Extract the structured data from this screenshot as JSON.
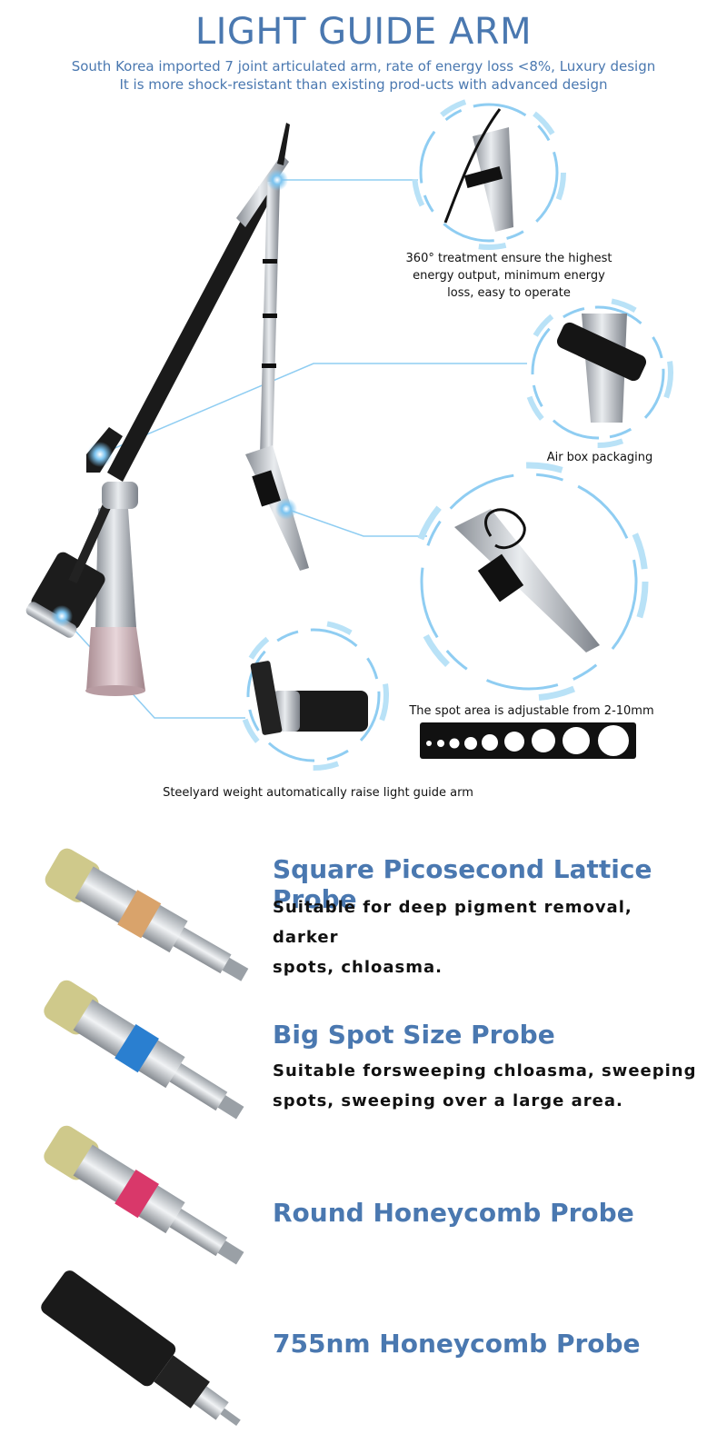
{
  "header": {
    "title": "LIGHT GUIDE ARM",
    "subtitle_1": "South Korea imported 7 joint articulated arm, rate of energy loss <8%, Luxury design",
    "subtitle_2": "It is more shock-resistant than existing prod-ucts with advanced design"
  },
  "features": {
    "treatment_1": "360°  treatment ensure the highest",
    "treatment_2": "energy output, minimum energy",
    "treatment_3": "loss, easy to operate",
    "airbox": "Air box packaging",
    "spot": "The spot area is adjustable from 2-10mm",
    "steelyard": "Steelyard weight automatically raise light guide arm"
  },
  "probes": [
    {
      "name": "Square Picosecond Lattice Probe",
      "desc_1": "Suitable for deep pigment removal, darker",
      "desc_2": "spots, chloasma.",
      "color": "#d9a36b"
    },
    {
      "name": "Big Spot Size Probe",
      "desc_1": "Suitable forsweeping chloasma, sweeping",
      "desc_2": "spots, sweeping over a large area.",
      "color": "#2a7fd0"
    },
    {
      "name": "Round Honeycomb Probe",
      "color": "#d9386a"
    },
    {
      "name": "755nm Honeycomb Probe",
      "color": "#1a1a1a"
    }
  ],
  "colors": {
    "accent": "#4a78b0",
    "glow": "#7cc4f0"
  }
}
